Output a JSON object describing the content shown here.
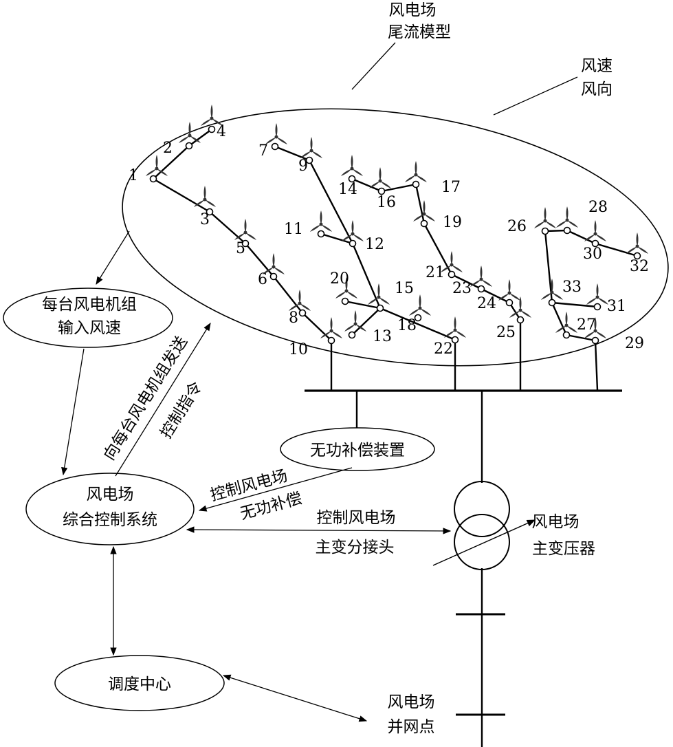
{
  "labels": {
    "wake_model_1": "风电场",
    "wake_model_2": "尾流模型",
    "wind_1": "风速",
    "wind_2": "风向",
    "input_speed_1": "每台风电机组",
    "input_speed_2": "输入风速",
    "send_cmd_1": "向每台风电机组发送",
    "send_cmd_2": "控制指令",
    "reactive_device": "无功补偿装置",
    "ctrl_reactive_1": "控制风电场",
    "ctrl_reactive_2": "无功补偿",
    "control_system_1": "风电场",
    "control_system_2": "综合控制系统",
    "tap_1": "控制风电场",
    "tap_2": "主变分接头",
    "transformer_1": "风电场",
    "transformer_2": "主变压器",
    "dispatch_center": "调度中心",
    "poi_1": "风电场",
    "poi_2": "并网点"
  },
  "turbines": [
    {
      "id": "1"
    },
    {
      "id": "2"
    },
    {
      "id": "3"
    },
    {
      "id": "4"
    },
    {
      "id": "5"
    },
    {
      "id": "6"
    },
    {
      "id": "7"
    },
    {
      "id": "8"
    },
    {
      "id": "9"
    },
    {
      "id": "10"
    },
    {
      "id": "11"
    },
    {
      "id": "12"
    },
    {
      "id": "13"
    },
    {
      "id": "14"
    },
    {
      "id": "15"
    },
    {
      "id": "16"
    },
    {
      "id": "17"
    },
    {
      "id": "18"
    },
    {
      "id": "19"
    },
    {
      "id": "20"
    },
    {
      "id": "21"
    },
    {
      "id": "22"
    },
    {
      "id": "23"
    },
    {
      "id": "24"
    },
    {
      "id": "25"
    },
    {
      "id": "26"
    },
    {
      "id": "27"
    },
    {
      "id": "28"
    },
    {
      "id": "29"
    },
    {
      "id": "30"
    },
    {
      "id": "31"
    },
    {
      "id": "32"
    },
    {
      "id": "33"
    }
  ]
}
